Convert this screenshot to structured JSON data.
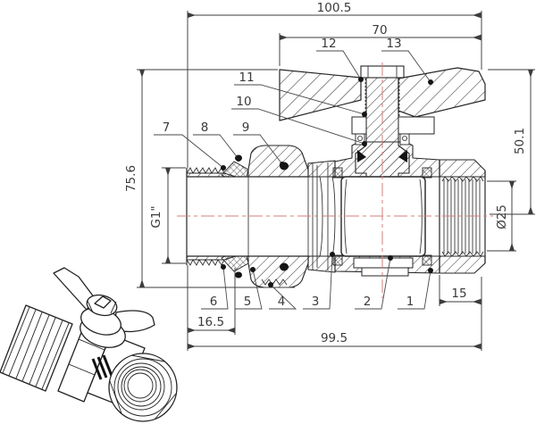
{
  "dimensions": {
    "overall_width": "100.5",
    "handle_span": "70",
    "overall_height": "75.6",
    "handle_height": "50.1",
    "outlet_bore": "Ø25",
    "coupling_face": "15",
    "inlet_thread_length": "16.5",
    "body_length": "99.5",
    "inlet_thread_size": "G1\""
  },
  "part_numbers": [
    "1",
    "2",
    "3",
    "4",
    "5",
    "6",
    "7",
    "8",
    "9",
    "10",
    "11",
    "12",
    "13"
  ],
  "colors": {
    "line": "#262626",
    "centerline": "#d07f7f",
    "dimension_text": "#3a3a3a"
  }
}
